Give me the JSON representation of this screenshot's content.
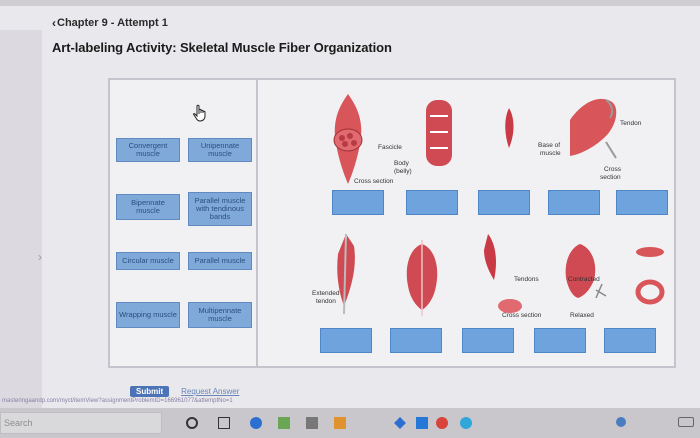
{
  "header": {
    "back_link": "Chapter 9 - Attempt 1",
    "title": "Art-labeling Activity: Skeletal Muscle Fiber Organization"
  },
  "label_bank": [
    "Convergent muscle",
    "Unipennate muscle",
    "Bipennate muscle",
    "Parallel muscle with tendinous bands",
    "Circular muscle",
    "Parallel muscle",
    "Wrapping muscle",
    "Multipennate muscle"
  ],
  "figure_labels": {
    "fascicle": "Fascicle",
    "body": "Body",
    "belly": "(belly)",
    "cross_section": "Cross section",
    "base_of": "Base of",
    "muscle": "muscle",
    "tendon": "Tendon",
    "cross": "Cross",
    "section": "section",
    "extended": "Extended",
    "tendon_lower": "tendon",
    "tendons": "Tendons",
    "contracted": "Contracted",
    "cross_section_lower": "Cross section",
    "relaxed": "Relaxed"
  },
  "actions": {
    "submit": "Submit",
    "request_answer": "Request Answer"
  },
  "browser": {
    "url": "masteringaandp.com/myct/itemView?assignmentProblemID=166961077&attemptNo=1"
  },
  "taskbar": {
    "search": "Search"
  },
  "colors": {
    "label_fill": "#7fa9d9",
    "drop_target": "#6fa3dd",
    "muscle_red": "#d8555a",
    "submit_blue": "#4b73b5"
  }
}
